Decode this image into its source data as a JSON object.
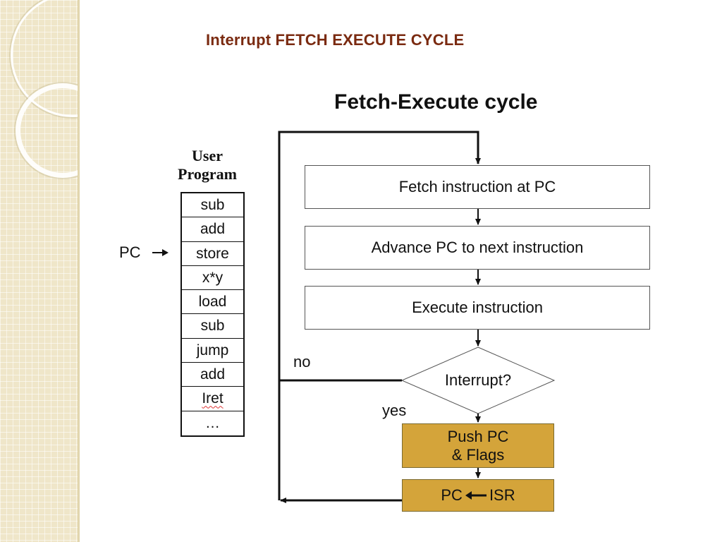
{
  "slide": {
    "title": "Interrupt FETCH EXECUTE CYCLE"
  },
  "diagram": {
    "title": "Fetch-Execute cycle",
    "user_program": {
      "title_line1": "User",
      "title_line2": "Program",
      "pc_label": "PC",
      "instructions": [
        "sub",
        "add",
        "store",
        "x*y",
        "load",
        "sub",
        "jump",
        "add",
        "Iret",
        "…"
      ]
    },
    "flow": {
      "fetch": "Fetch instruction at PC",
      "advance": "Advance PC to next instruction",
      "execute": "Execute instruction",
      "decision": "Interrupt?",
      "no_label": "no",
      "yes_label": "yes",
      "push_line1": "Push PC",
      "push_line2": "& Flags",
      "isr_left": "PC",
      "isr_right": "ISR"
    }
  },
  "colors": {
    "title": "#7a2a10",
    "gold_box": "#d4a43a",
    "side_panel": "#efe6c9"
  }
}
